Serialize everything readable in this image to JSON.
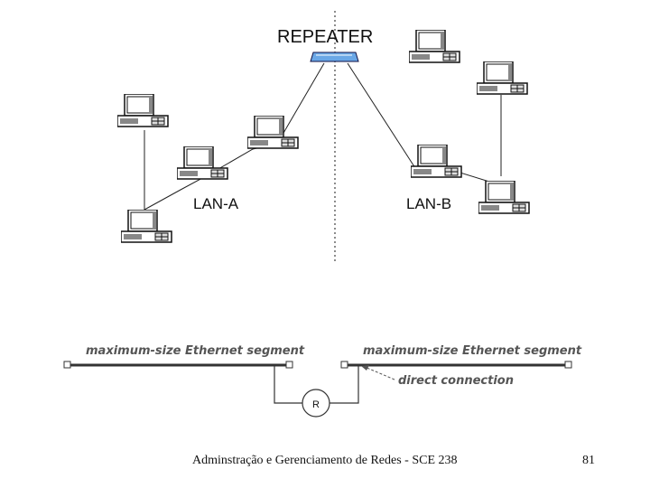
{
  "diagram": {
    "repeater_label": "REPEATER",
    "lan_a_label": "LAN-A",
    "lan_b_label": "LAN-B",
    "segment_left_label": "maximum-size Ethernet segment",
    "segment_right_label": "maximum-size Ethernet segment",
    "direct_connection_label": "direct connection",
    "repeater_symbol_label": "R"
  },
  "footer": {
    "title": "Adminstração e Gerenciamento de Redes - SCE 238",
    "page_number": "81"
  },
  "colors": {
    "repeater_fill": "#6aa7e6",
    "line": "#222222",
    "divider": "#666666",
    "segment_label": "#555555"
  }
}
